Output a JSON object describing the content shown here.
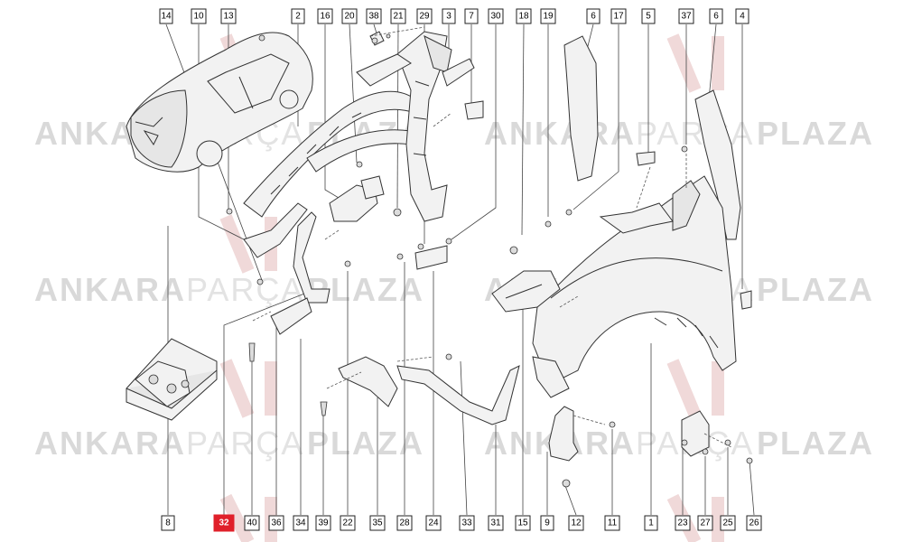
{
  "watermark": {
    "brand_bold_1": "ANKARA",
    "brand_light": "PARÇA",
    "brand_bold_2": "PLAZA"
  },
  "labels": {
    "top": [
      "14",
      "10",
      "13",
      "2",
      "16",
      "20",
      "38",
      "21",
      "29",
      "3",
      "7",
      "30",
      "18",
      "19",
      "6",
      "17",
      "5",
      "37",
      "6",
      "4"
    ],
    "bottom": [
      "8",
      "32",
      "40",
      "36",
      "34",
      "39",
      "22",
      "35",
      "28",
      "24",
      "33",
      "31",
      "15",
      "9",
      "12",
      "11",
      "1",
      "23",
      "27",
      "25",
      "26"
    ]
  },
  "highlighted_label": "32",
  "colors": {
    "highlight": "#e0202a",
    "watermark": "#d9d9d9",
    "line": "#333333"
  }
}
